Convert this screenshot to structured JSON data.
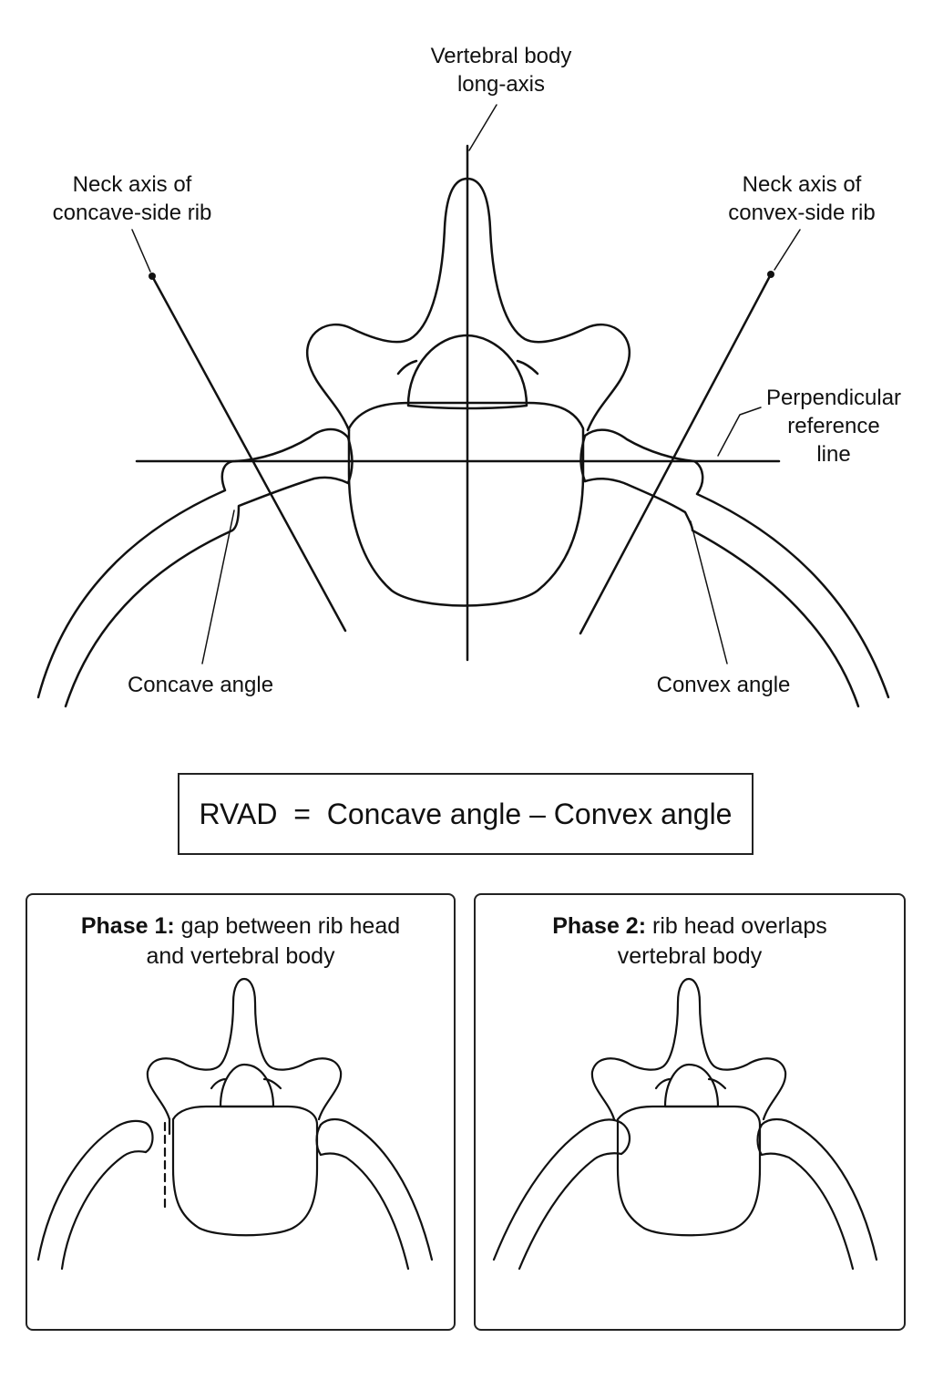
{
  "labels": {
    "vertebral_axis_line1": "Vertebral body",
    "vertebral_axis_line2": "long-axis",
    "concave_neck_line1": "Neck axis of",
    "concave_neck_line2": "concave-side rib",
    "convex_neck_line1": "Neck axis of",
    "convex_neck_line2": "convex-side rib",
    "perpendicular_line1": "Perpendicular",
    "perpendicular_line2": "reference",
    "perpendicular_line3": "line",
    "concave_angle": "Concave angle",
    "convex_angle": "Convex angle"
  },
  "formula": {
    "lhs": "RVAD",
    "equals": "=",
    "rhs": "Concave angle – Convex angle"
  },
  "phase1": {
    "title_bold": "Phase 1:",
    "title_line1": "gap between rib head",
    "title_line2": "and vertebral body"
  },
  "phase2": {
    "title_bold": "Phase 2:",
    "title_line1": "rib head overlaps",
    "title_line2": "vertebral body"
  },
  "style": {
    "stroke": "#111111",
    "background": "#ffffff"
  }
}
